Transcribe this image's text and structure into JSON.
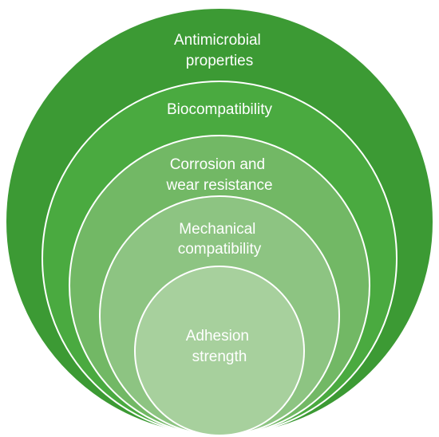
{
  "diagram": {
    "type": "nested-circles",
    "layers": [
      {
        "level": 1,
        "label_lines": [
          "Antimicrobial",
          "properties"
        ],
        "fill": "#3c9a34"
      },
      {
        "level": 2,
        "label_lines": [
          "Biocompatibility"
        ],
        "fill": "#4aaa40"
      },
      {
        "level": 3,
        "label_lines": [
          "Corrosion and",
          "wear resistance"
        ],
        "fill": "#72b865"
      },
      {
        "level": 4,
        "label_lines": [
          "Mechanical",
          "compatibility"
        ],
        "fill": "#8dc482"
      },
      {
        "level": 5,
        "label_lines": [
          "Adhesion",
          "strength"
        ],
        "fill": "#a7d09d"
      }
    ],
    "stroke_color": "#ffffff"
  }
}
